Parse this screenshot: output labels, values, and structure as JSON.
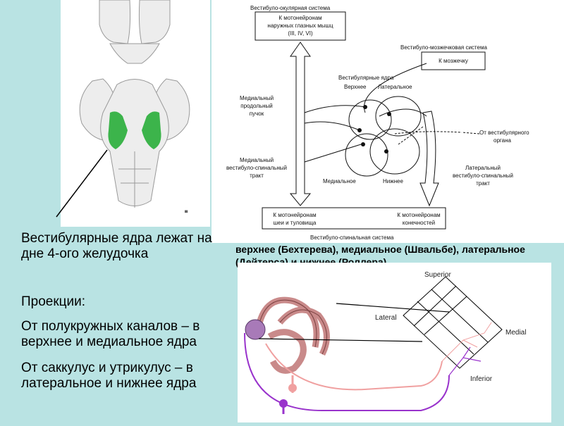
{
  "caption": {
    "nuclei_location": "Вестибулярные ядра лежат на дне 4-ого желудочка",
    "projections_heading": "Проекции:",
    "canals_projection": "От полукружных каналов – в верхнее и медиальное ядра",
    "otolith_projection": "От саккулус и утрикулус – в латеральное и нижнее ядра"
  },
  "nuclei_names": "верхнее (Бехтерева), медиальное (Швальбе), латеральное (Дейтерса) и нижнее (Роллера).",
  "pathway_diagram": {
    "vestibulo_ocular_title": "Вестибуло-окулярная система",
    "eye_motoneurons_box": [
      "К мотонейронам",
      "наружных глазных мышц",
      "(III, IV, VI)"
    ],
    "vestibulo_cerebellar_title": "Вестибуло-мозжечковая система",
    "cerebellum_box": "К мозжечку",
    "nuclei_label": "Вестибулярные ядра",
    "upper_label": "Верхнее",
    "lateral_label": "Латеральное",
    "mlf_label": [
      "Медиальный",
      "продольный",
      "пучок"
    ],
    "from_organ_label": [
      "От вестибулярного",
      "органа"
    ],
    "medial_tract_label": [
      "Медиальный",
      "вестибуло-спинальный",
      "тракт"
    ],
    "lateral_tract_label": [
      "Латеральный",
      "вестибуло-спинальный",
      "тракт"
    ],
    "medial_label": "Медиальное",
    "lower_label": "Нижнее",
    "neck_box": [
      "К мотонейронам",
      "шеи и туловища"
    ],
    "limb_box": [
      "К мотонейронам",
      "конечностей"
    ],
    "vestibulo_spinal_title": "Вестибуло-спинальная система"
  },
  "labyrinth_diagram": {
    "superior_label": "Superior",
    "lateral_label": "Lateral",
    "medial_label": "Medial",
    "inferior_label": "Inferior"
  },
  "colors": {
    "background": "#b9e3e3",
    "nuclei_highlight": "#3cb44b",
    "canal": "#c98a8a",
    "otolith": "#a87ab8",
    "nerve_pink": "#f0a0a0",
    "nerve_purple": "#9933cc"
  }
}
